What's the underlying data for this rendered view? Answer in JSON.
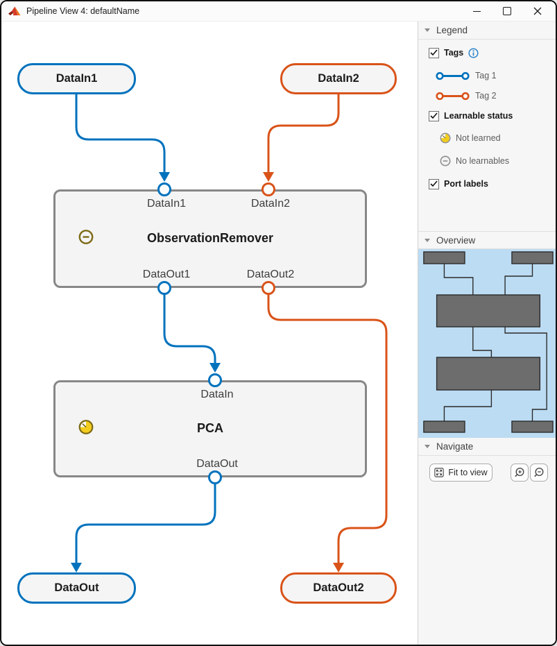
{
  "window": {
    "title": "Pipeline View 4: defaultName"
  },
  "canvas": {
    "nodes": {
      "datain1": {
        "label": "DataIn1",
        "color": "#0072BD"
      },
      "datain2": {
        "label": "DataIn2",
        "color": "#D95319"
      },
      "dataout": {
        "label": "DataOut",
        "color": "#0072BD"
      },
      "dataout2": {
        "label": "DataOut2",
        "color": "#D95319"
      }
    },
    "blocks": {
      "or": {
        "title": "ObservationRemover",
        "status": "no-learnables",
        "ports_in": [
          "DataIn1",
          "DataIn2"
        ],
        "ports_out": [
          "DataOut1",
          "DataOut2"
        ]
      },
      "pca": {
        "title": "PCA",
        "status": "not-learned",
        "ports_in": [
          "DataIn"
        ],
        "ports_out": [
          "DataOut"
        ]
      }
    }
  },
  "panel": {
    "legend": {
      "header": "Legend",
      "tags_label": "Tags",
      "tag1_label": "Tag 1",
      "tag2_label": "Tag 2",
      "tag1_color": "#0072BD",
      "tag2_color": "#D95319",
      "learnable_label": "Learnable status",
      "not_learned_label": "Not learned",
      "no_learnables_label": "No learnables",
      "port_labels_label": "Port labels"
    },
    "overview": {
      "header": "Overview"
    },
    "navigate": {
      "header": "Navigate",
      "fit_label": "Fit to view"
    }
  }
}
